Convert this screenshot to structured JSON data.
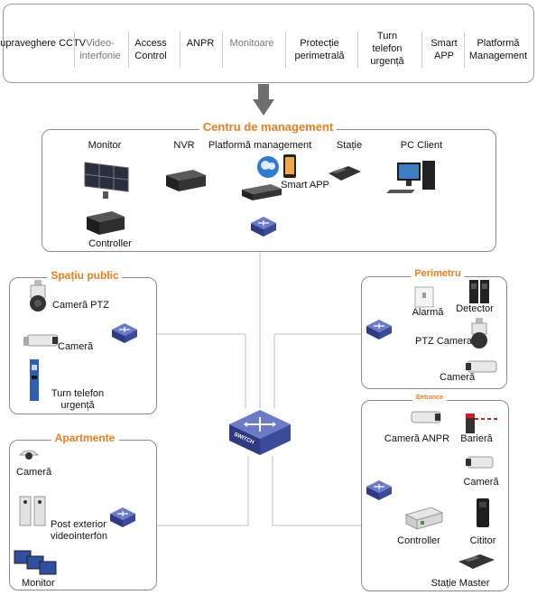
{
  "categories": [
    {
      "label": "Supraveghere CCTV",
      "muted": false
    },
    {
      "label": "Video-interfonie",
      "muted": true
    },
    {
      "label": "Access Control",
      "muted": false
    },
    {
      "label": "ANPR",
      "muted": false
    },
    {
      "label": "Monitoare",
      "muted": true
    },
    {
      "label": "Protecție perimetrală",
      "muted": false
    },
    {
      "label": "Turn telefon urgență",
      "muted": false
    },
    {
      "label": "Smart APP",
      "muted": false
    },
    {
      "label": "Platformă Management",
      "muted": false
    }
  ],
  "management": {
    "title": "Centru de management",
    "monitor": "Monitor",
    "nvr": "NVR",
    "platform": "Platformă management",
    "station": "Stație",
    "pc_client": "PC Client",
    "smart_app": "Smart APP",
    "controller": "Controller"
  },
  "public_space": {
    "title": "Spațiu public",
    "ptz": "Cameră PTZ",
    "camera": "Cameră",
    "tower": "Turn telefon urgență"
  },
  "perimeter": {
    "title": "Perimetru",
    "alarm": "Alarmă",
    "detector": "Detector",
    "ptz": "PTZ Camera",
    "camera": "Cameră"
  },
  "apartments": {
    "title": "Apartmente",
    "camera": "Cameră",
    "outdoor": "Post exterior videointerfon",
    "monitor": "Monitor"
  },
  "entrance": {
    "title": "Entrance",
    "anpr": "Cameră ANPR",
    "barrier": "Barieră",
    "camera": "Cameră",
    "controller": "Controller",
    "reader": "Cititor",
    "master": "Stație Master"
  },
  "switch_label": "SWITCH",
  "colors": {
    "accent": "#ee7d1a",
    "switch": "#4a5aa8",
    "line": "#bdbdbd"
  }
}
